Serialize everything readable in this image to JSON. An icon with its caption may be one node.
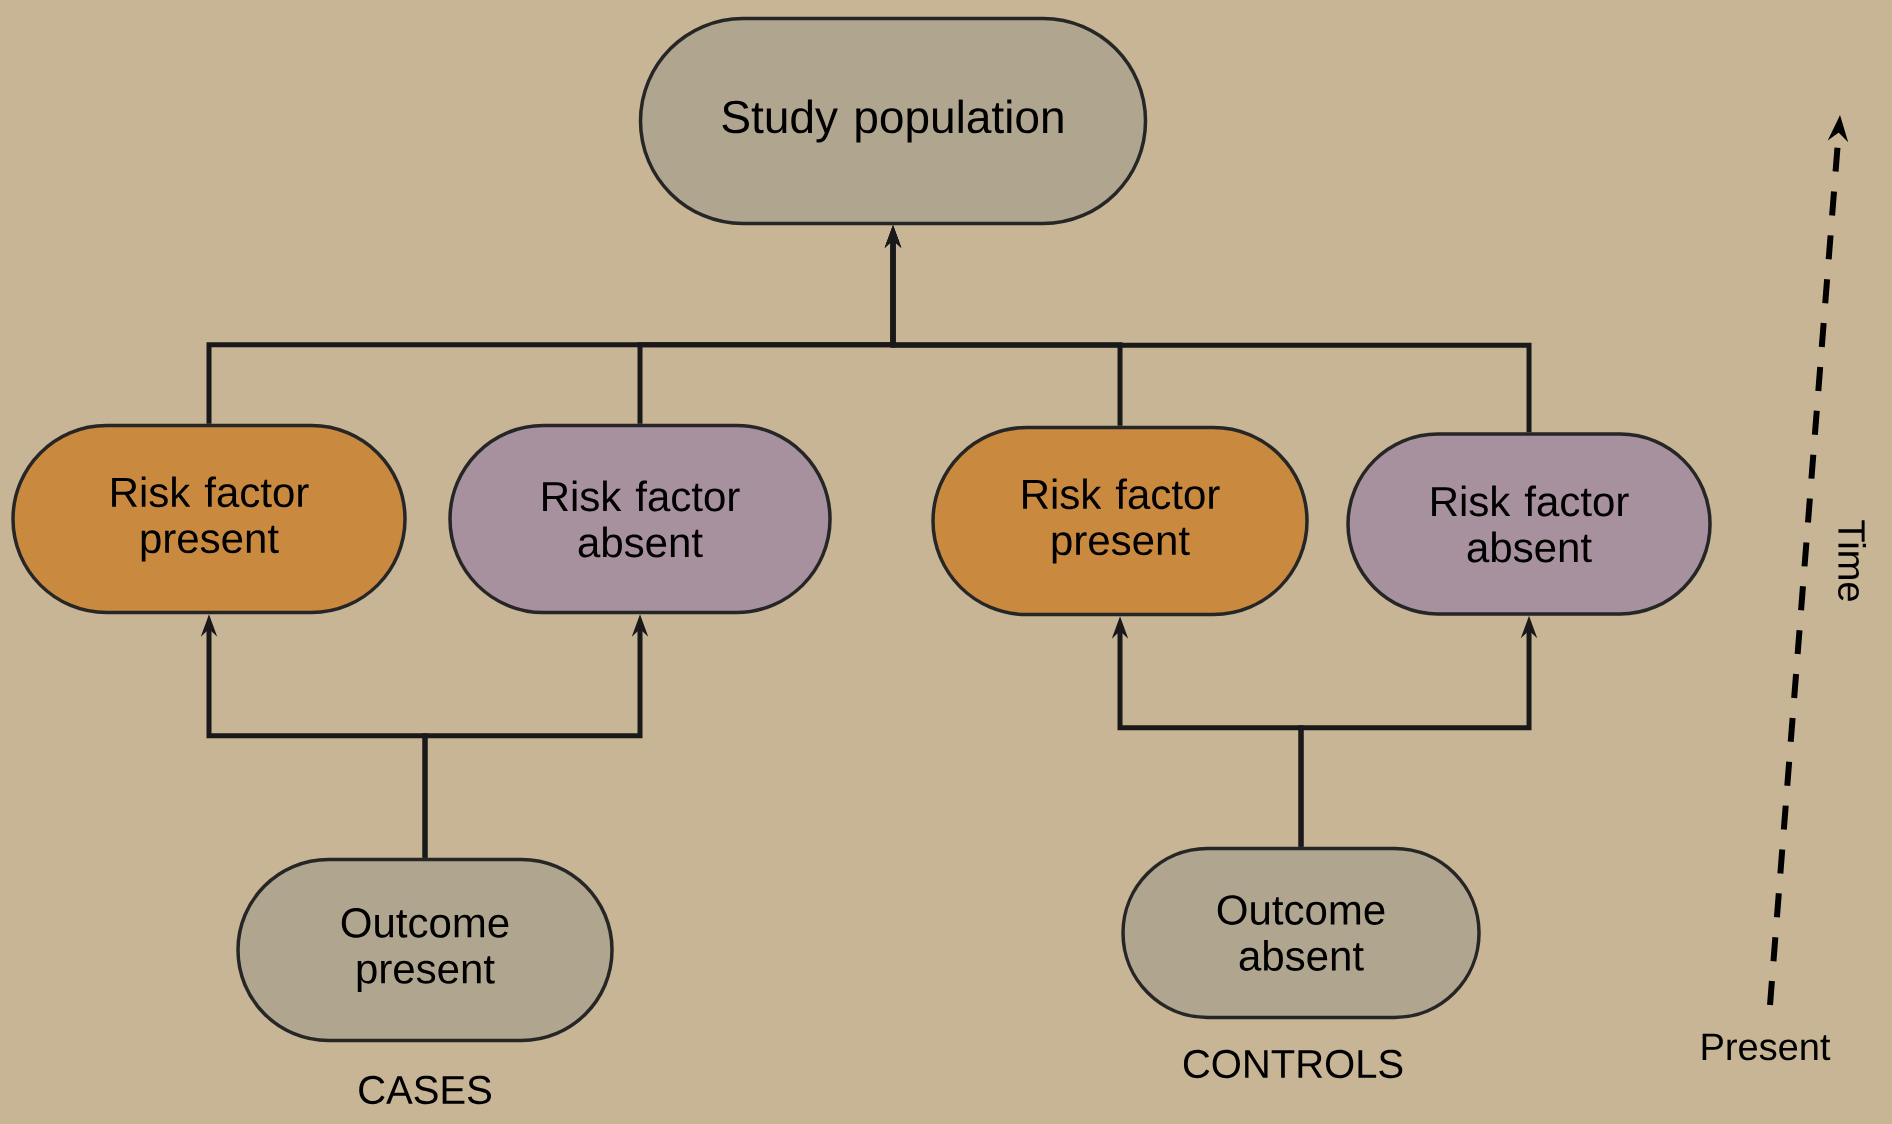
{
  "diagram": {
    "nodes": [
      {
        "text": [
          "Study population"
        ]
      },
      {
        "text": [
          "Risk factor present"
        ]
      },
      {
        "text": [
          "Risk factor absent"
        ]
      },
      {
        "text": [
          "Risk factor present"
        ]
      },
      {
        "text": [
          "Risk factor absent"
        ]
      },
      {
        "text": [
          "Outcome present"
        ],
        "beside": [
          "CASES"
        ]
      },
      {
        "text": [
          "Outcome absent"
        ],
        "beside": [
          "CONTROLS"
        ]
      }
    ],
    "edges": [
      {
        "from": 1,
        "to": 0,
        "arrow": "to"
      },
      {
        "from": 2,
        "to": 0,
        "arrow": "to"
      },
      {
        "from": 3,
        "to": 0,
        "arrow": "to"
      },
      {
        "from": 4,
        "to": 0,
        "arrow": "to"
      },
      {
        "from": 5,
        "to": 1,
        "arrow": "to"
      },
      {
        "from": 5,
        "to": 2,
        "arrow": "to"
      },
      {
        "from": 6,
        "to": 3,
        "arrow": "to"
      },
      {
        "from": 6,
        "to": 4,
        "arrow": "to"
      }
    ],
    "labels": [
      "Time",
      "Present"
    ]
  }
}
